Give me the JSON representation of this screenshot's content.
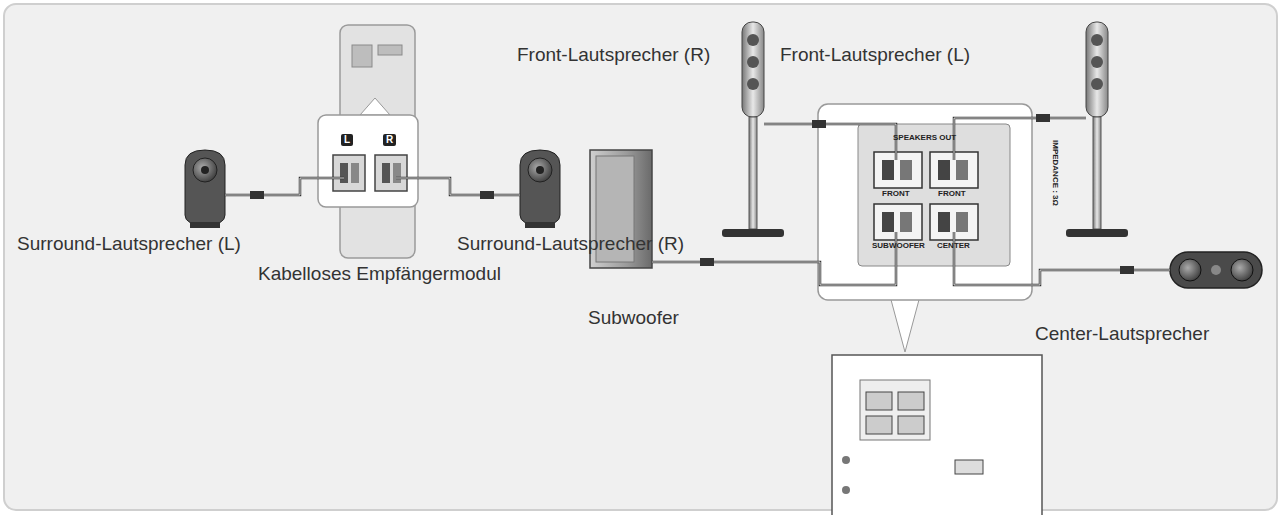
{
  "diagram": {
    "labels": [
      "Front-Lautsprecher (R)",
      "Front-Lautsprecher (L)",
      "SPEAKERS OUT",
      "FRONT",
      "FRONT",
      "SUBWOOFER",
      "CENTER",
      "IMPEDANCE : 3Ω",
      "Subwoofer",
      "Center-Lautsprecher",
      "L",
      "R",
      "Surround-Lautsprecher (L)",
      "Surround-Lautsprecher (R)",
      "Kabelloses Empfängermodul"
    ]
  }
}
